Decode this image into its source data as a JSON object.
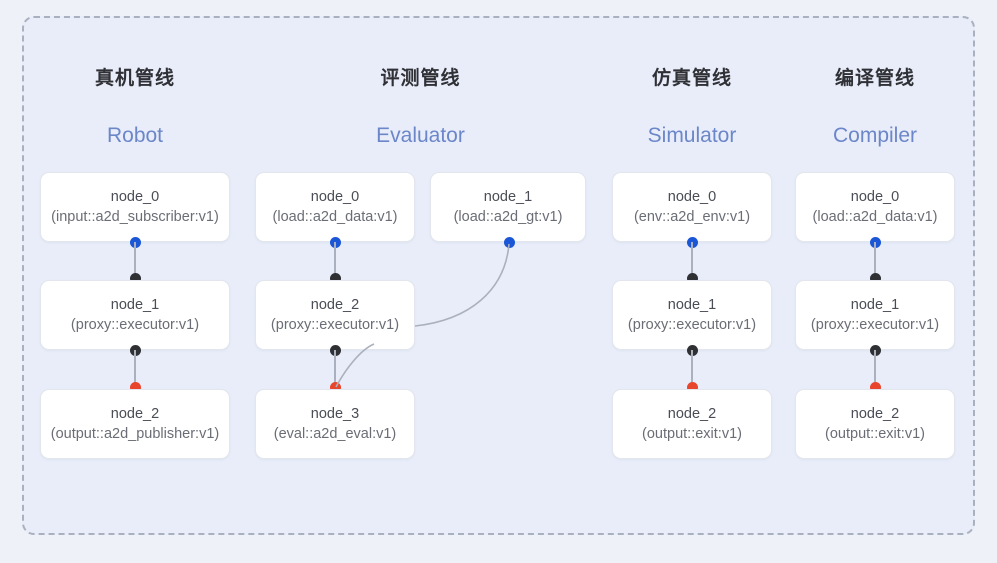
{
  "diagram": {
    "frame_style": "dashed-rounded-container",
    "background_color": "#e8edf9",
    "border_color": "#a9b0c0",
    "dot_colors": {
      "input": "#1a56d6",
      "middle": "#2f3034",
      "output": "#e8452c"
    }
  },
  "columns": [
    {
      "title": "真机管线",
      "subtitle": "Robot",
      "nodes": [
        {
          "name": "node_0",
          "spec": "(input::a2d_subscriber:v1)"
        },
        {
          "name": "node_1",
          "spec": "(proxy::executor:v1)"
        },
        {
          "name": "node_2",
          "spec": "(output::a2d_publisher:v1)"
        }
      ]
    },
    {
      "title": "评测管线",
      "subtitle": "Evaluator",
      "nodes": [
        {
          "name": "node_0",
          "spec": "(load::a2d_data:v1)"
        },
        {
          "name": "node_1",
          "spec": "(load::a2d_gt:v1)"
        },
        {
          "name": "node_2",
          "spec": "(proxy::executor:v1)"
        },
        {
          "name": "node_3",
          "spec": "(eval::a2d_eval:v1)"
        }
      ]
    },
    {
      "title": "仿真管线",
      "subtitle": "Simulator",
      "nodes": [
        {
          "name": "node_0",
          "spec": "(env::a2d_env:v1)"
        },
        {
          "name": "node_1",
          "spec": "(proxy::executor:v1)"
        },
        {
          "name": "node_2",
          "spec": "(output::exit:v1)"
        }
      ]
    },
    {
      "title": "编译管线",
      "subtitle": "Compiler",
      "nodes": [
        {
          "name": "node_0",
          "spec": "(load::a2d_data:v1)"
        },
        {
          "name": "node_1",
          "spec": "(proxy::executor:v1)"
        },
        {
          "name": "node_2",
          "spec": "(output::exit:v1)"
        }
      ]
    }
  ]
}
